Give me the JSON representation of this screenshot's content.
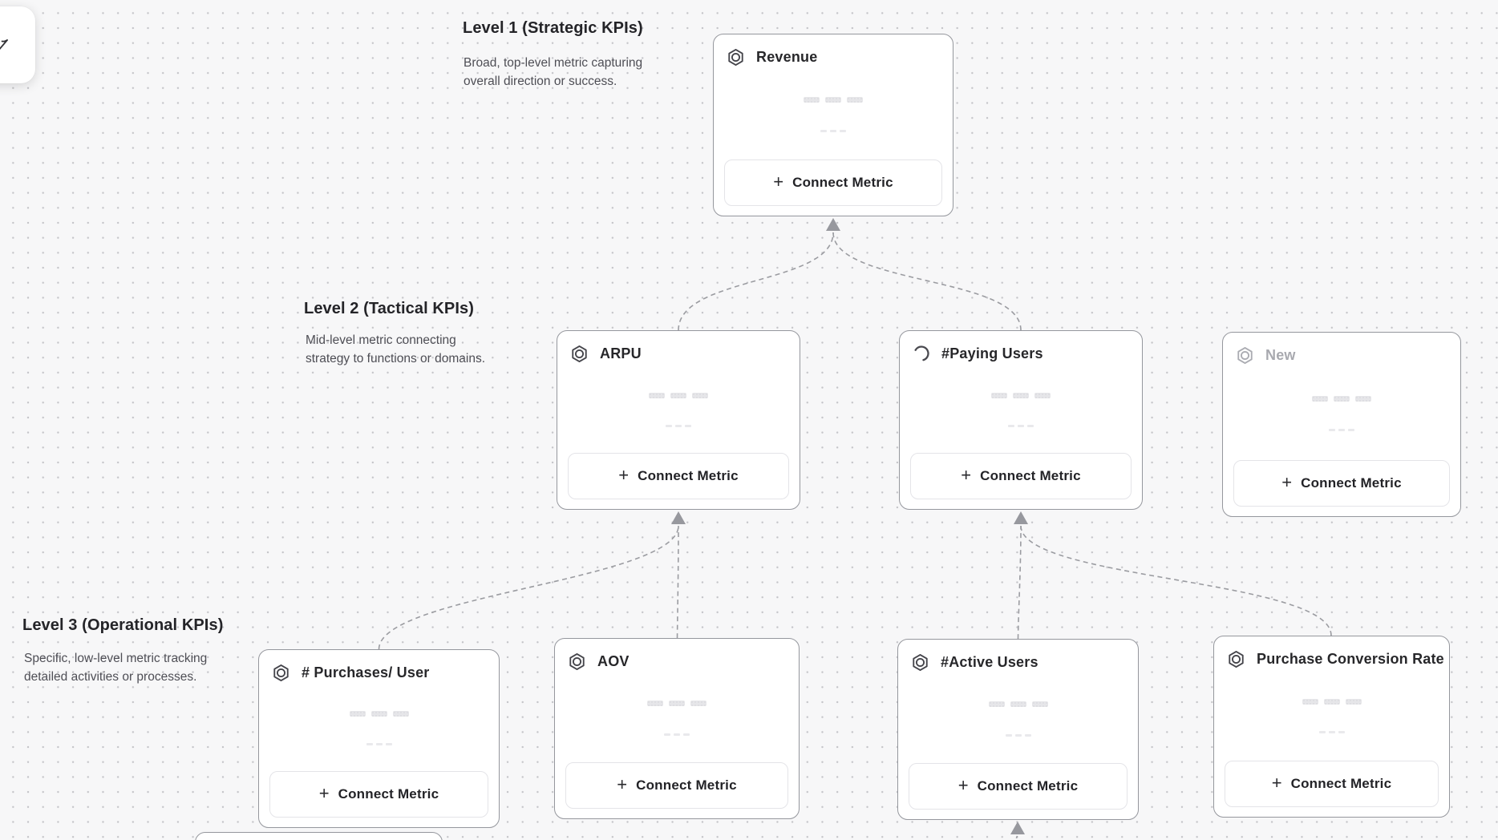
{
  "app": {
    "background": "#f7f7f8",
    "dot_color": "#c4c4c8"
  },
  "icons": {
    "plus": "+"
  },
  "levels": [
    {
      "title": "Level 1 (Strategic KPIs)",
      "description": "Broad, top-level metric capturing overall direction or success."
    },
    {
      "title": "Level 2 (Tactical KPIs)",
      "description": "Mid-level metric connecting strategy to functions or domains."
    },
    {
      "title": "Level 3 (Operational KPIs)",
      "description": "Specific, low-level metric tracking detailed activities or processes."
    }
  ],
  "cards": [
    {
      "title": "Revenue",
      "icon": "hexagon-metric-icon",
      "state": "default",
      "connect_label": "Connect Metric"
    },
    {
      "title": "ARPU",
      "icon": "hexagon-metric-icon",
      "state": "default",
      "connect_label": "Connect Metric"
    },
    {
      "title": "#Paying Users",
      "icon": "loading-spinner-icon",
      "state": "loading",
      "connect_label": "Connect Metric"
    },
    {
      "title": "New",
      "icon": "hexagon-metric-icon",
      "state": "muted",
      "connect_label": "Connect Metric"
    },
    {
      "title": "# Purchases/ User",
      "icon": "hexagon-metric-icon",
      "state": "default",
      "connect_label": "Connect Metric"
    },
    {
      "title": "AOV",
      "icon": "hexagon-metric-icon",
      "state": "default",
      "connect_label": "Connect Metric"
    },
    {
      "title": "#Active Users",
      "icon": "hexagon-metric-icon",
      "state": "default",
      "connect_label": "Connect Metric"
    },
    {
      "title": "Purchase Conversion Rate",
      "icon": "hexagon-metric-icon",
      "state": "default",
      "connect_label": "Connect Metric"
    }
  ],
  "colors": {
    "card_border": "#95979d",
    "connector": "#9b9ca1",
    "title": "#27272a",
    "muted_title": "#a8a9af",
    "button_border": "#e4e4e8"
  }
}
